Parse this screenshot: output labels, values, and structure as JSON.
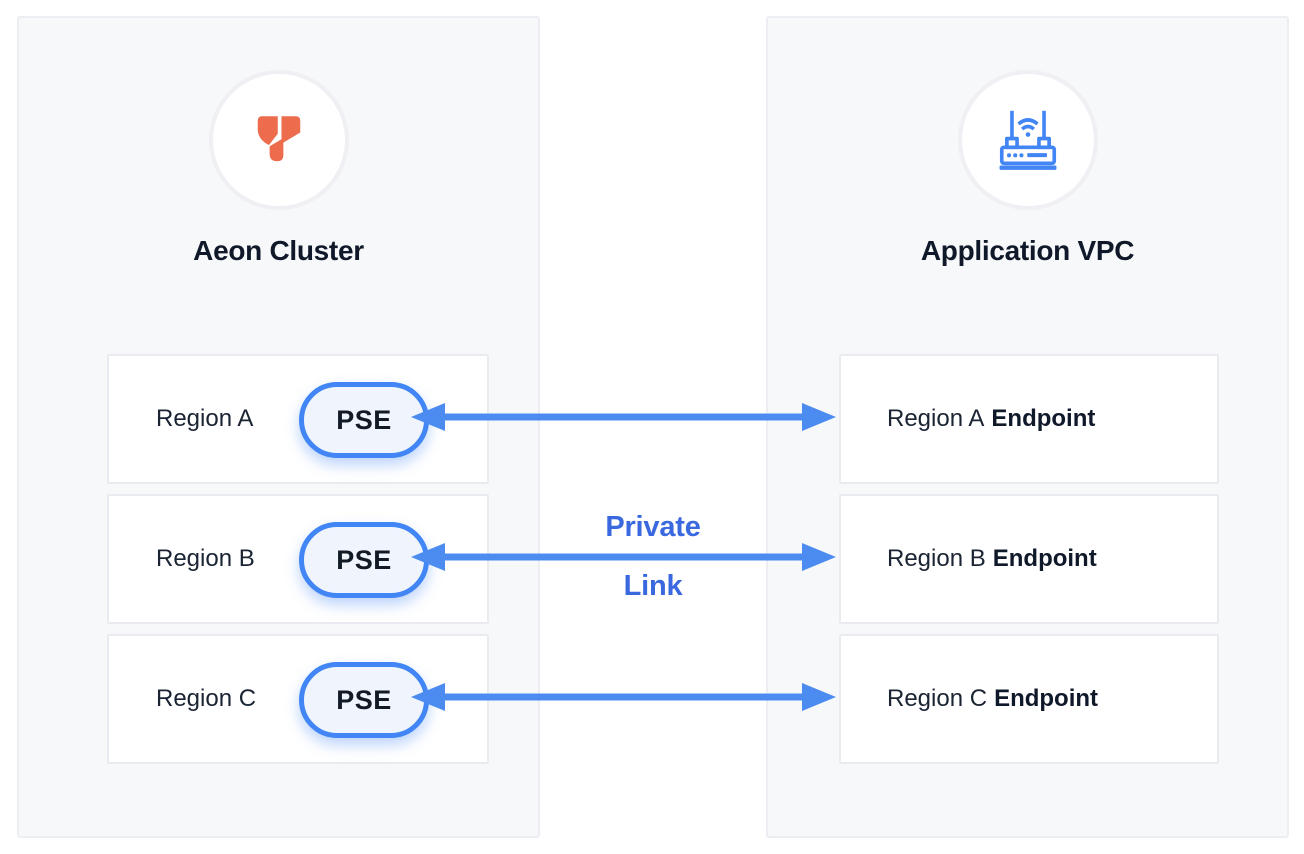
{
  "left_panel": {
    "title": "Aeon Cluster",
    "icon": "aeon-logo-icon",
    "rows": [
      {
        "label": "Region A",
        "badge": "PSE"
      },
      {
        "label": "Region B",
        "badge": "PSE"
      },
      {
        "label": "Region C",
        "badge": "PSE"
      }
    ]
  },
  "right_panel": {
    "title": "Application VPC",
    "icon": "router-icon",
    "rows": [
      {
        "label": "Region A",
        "suffix": "Endpoint"
      },
      {
        "label": "Region B",
        "suffix": "Endpoint"
      },
      {
        "label": "Region C",
        "suffix": "Endpoint"
      }
    ]
  },
  "connector": {
    "label_line1": "Private",
    "label_line2": "Link",
    "style": "double-headed-arrow",
    "count": 3
  },
  "colors": {
    "accent_blue": "#4285f4",
    "arrow_blue": "#4c8cf1",
    "link_text_blue": "#3a68df",
    "logo_orange": "#ec6c4d",
    "panel_bg": "#f7f8fa",
    "panel_border": "#eceef3",
    "box_bg": "#ffffff",
    "box_border": "#e9ebf1",
    "pill_bg": "#f0f5fd",
    "text_dark": "#10192a"
  }
}
